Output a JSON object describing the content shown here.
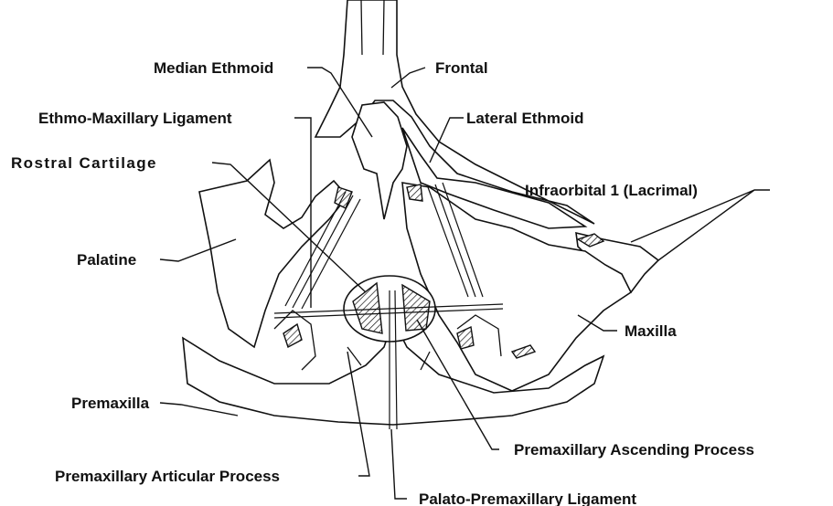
{
  "labels": {
    "median_ethmoid": "Median Ethmoid",
    "frontal": "Frontal",
    "ethmo_maxillary_ligament": "Ethmo-Maxillary Ligament",
    "lateral_ethmoid": "Lateral Ethmoid",
    "rostral_cartilage": "Rostral Cartilage",
    "infraorbital_1": "Infraorbital 1 (Lacrimal)",
    "palatine": "Palatine",
    "maxilla": "Maxilla",
    "premaxilla": "Premaxilla",
    "premaxillary_ascending_process": "Premaxillary Ascending Process",
    "premaxillary_articular_process": "Premaxillary Articular Process",
    "palato_premaxillary_ligament": "Palato-Premaxillary Ligament"
  }
}
